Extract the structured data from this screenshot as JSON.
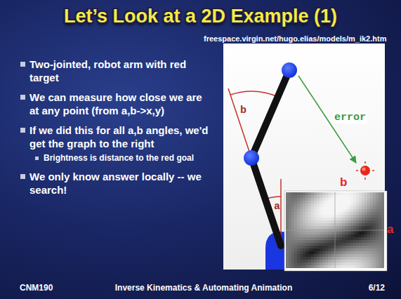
{
  "diagram": {
    "title": "Let’s Look at a 2D Example (1)",
    "labels": [
      "freespace.virgin.net/hugo.elias/models/m_ik2.htm",
      "Two-jointed, robot arm with red target",
      "We can measure how close we are at any point (from a,b->x,y)",
      "If we did this for all a,b angles, we'd get the graph to the right",
      "Brightness is distance to the red goal",
      "We only know answer locally -- we search!",
      "b",
      "error",
      "a",
      "b",
      "a",
      "CNM190",
      "Inverse Kinematics & Automating Animation",
      "6/12"
    ]
  }
}
